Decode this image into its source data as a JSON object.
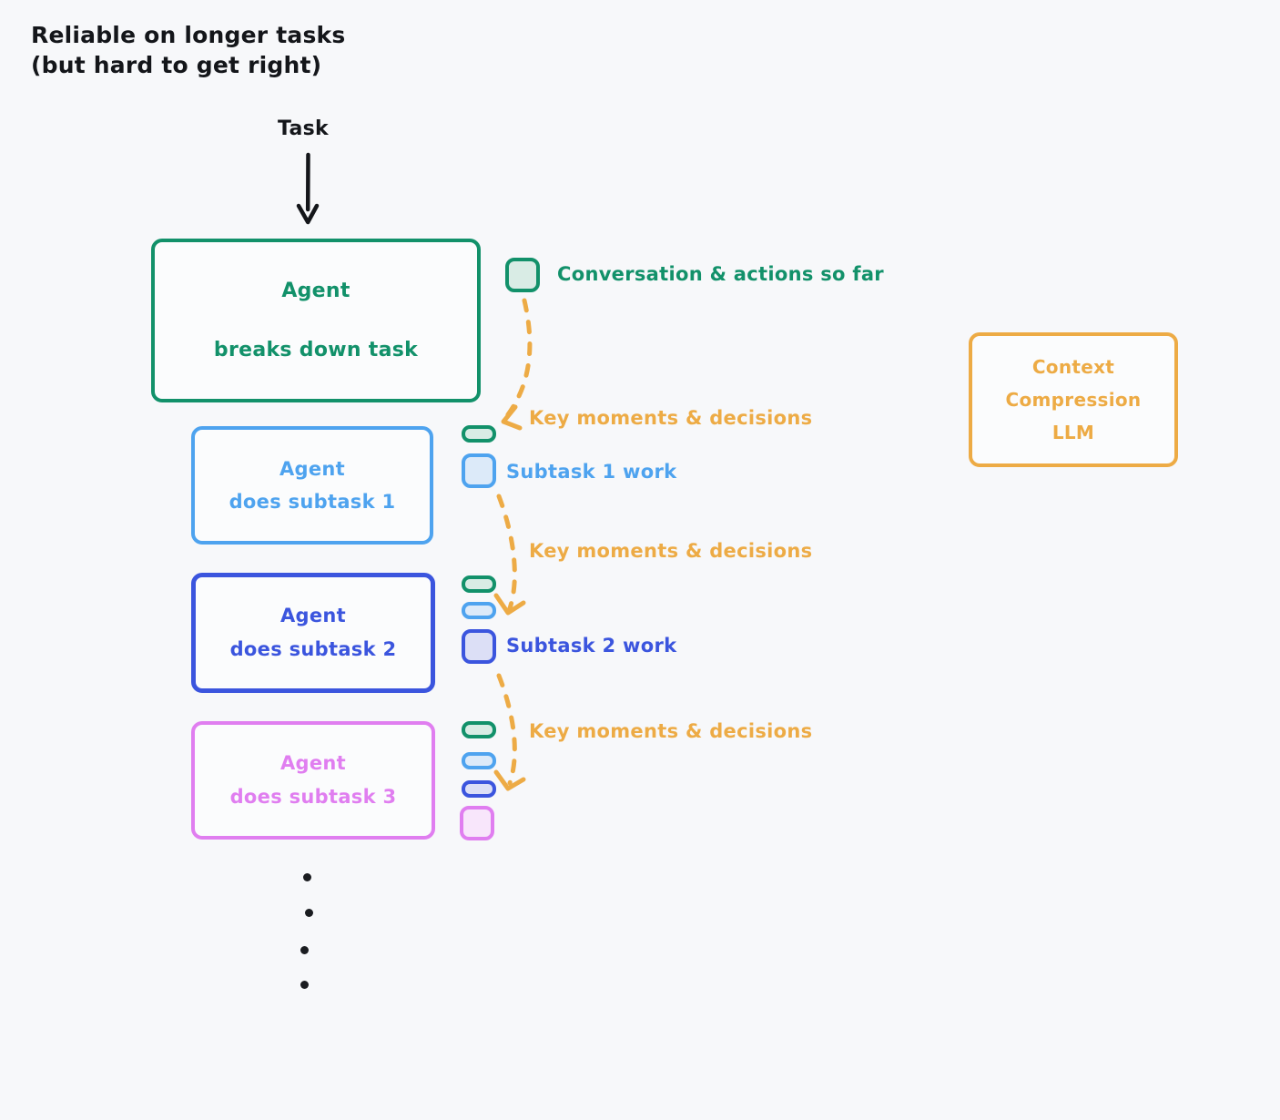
{
  "title": "Reliable on longer tasks\n(but hard to get right)",
  "flow": {
    "task_label": "Task",
    "arrow_icon": "down-arrow-icon"
  },
  "boxes": {
    "main": {
      "line1": "Agent",
      "line2": "breaks down task",
      "color": "#12916a"
    },
    "subtask1": {
      "line1": "Agent",
      "line2": "does subtask 1",
      "color": "#4ea3ef"
    },
    "subtask2": {
      "line1": "Agent",
      "line2": "does subtask 2",
      "color": "#3b55de"
    },
    "subtask3": {
      "line1": "Agent",
      "line2": "does subtask 3",
      "color": "#e07ef0"
    },
    "compression": {
      "line1": "Context",
      "line2": "Compression",
      "line3": "LLM",
      "color": "#edab45"
    }
  },
  "legend": {
    "chip_icon": "memory-block-icon",
    "text": "Conversation & actions so far",
    "color": "#12916a"
  },
  "stacks": {
    "subtask1_work": "Subtask 1 work",
    "subtask2_work": "Subtask 2 work"
  },
  "compression_arrows": {
    "label1": "Key moments & decisions",
    "label2": "Key moments & decisions",
    "label3": "Key moments & decisions",
    "color": "#edab45",
    "style": "dashed-curved-arrow"
  },
  "continuation": {
    "dots_icon": "vertical-ellipsis-icon",
    "count": 4
  },
  "theme": {
    "background": "#f7f8fa",
    "ink": "#14161a",
    "green": "#12916a",
    "light_blue": "#4ea3ef",
    "royal_blue": "#3b55de",
    "orchid": "#e07ef0",
    "orange": "#edab45"
  }
}
